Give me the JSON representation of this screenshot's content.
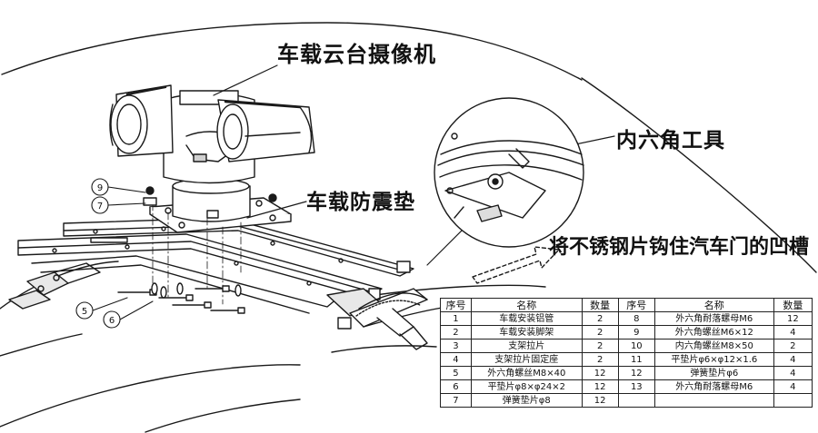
{
  "callouts": {
    "camera": "车载云台摄像机",
    "pad": "车载防震垫",
    "tool": "内六角工具",
    "hook": "将不锈钢片钩住汽车门的凹槽"
  },
  "balloons": [
    "9",
    "7",
    "5",
    "6"
  ],
  "table": {
    "headers": [
      "序号",
      "名称",
      "数量",
      "序号",
      "名称",
      "数量"
    ],
    "rows": [
      [
        "1",
        "车载安装铝管",
        "2",
        "8",
        "外六角耐落螺母M6",
        "12"
      ],
      [
        "2",
        "车载安装脚架",
        "2",
        "9",
        "外六角螺丝M6×12",
        "4"
      ],
      [
        "3",
        "支架拉片",
        "2",
        "10",
        "内六角螺丝M8×50",
        "2"
      ],
      [
        "4",
        "支架拉片固定座",
        "2",
        "11",
        "平垫片φ6×φ12×1.6",
        "4"
      ],
      [
        "5",
        "外六角螺丝M8×40",
        "12",
        "12",
        "弹簧垫片φ6",
        "4"
      ],
      [
        "6",
        "平垫片φ8×φ24×2",
        "12",
        "13",
        "外六角耐落螺母M6",
        "4"
      ],
      [
        "7",
        "弹簧垫片φ8",
        "12",
        "",
        "",
        ""
      ]
    ]
  },
  "colors": {
    "line": "#1a1a1a",
    "shade": "#cfcfcf",
    "light": "#eeeeee"
  }
}
